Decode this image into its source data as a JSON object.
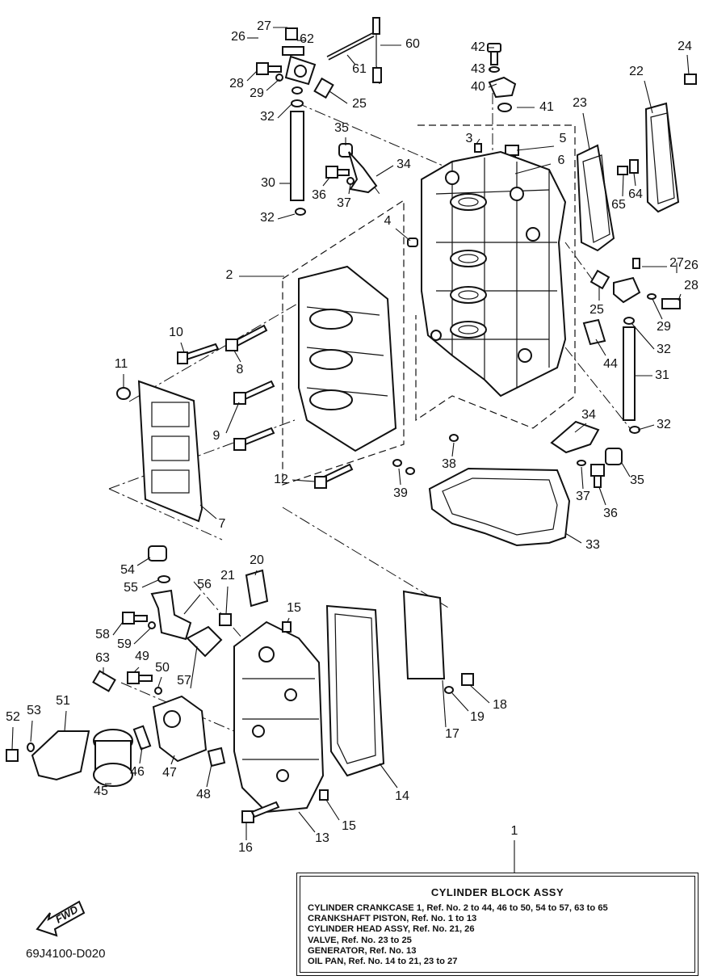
{
  "diagram_code": "69J4100-D020",
  "fwd_label": "FWD",
  "legend": {
    "ref_number": "1",
    "title": "CYLINDER BLOCK ASSY",
    "lines": [
      "CYLINDER CRANKCASE 1, Ref. No. 2 to 44, 46 to 50, 54 to 57, 63 to 65",
      "CRANKSHAFT PISTON,  Ref. No. 1 to 13",
      "CYLINDER HEAD ASSY,  Ref. No. 21, 26",
      "VALVE,  Ref. No. 23 to 25",
      "GENERATOR,  Ref. No. 13",
      "OIL PAN,  Ref. No. 14 to 21, 23 to 27"
    ]
  },
  "callouts": [
    "27",
    "26",
    "62",
    "60",
    "61",
    "28",
    "29",
    "25",
    "32",
    "30",
    "32",
    "35",
    "36",
    "37",
    "34",
    "42",
    "43",
    "40",
    "41",
    "3",
    "5",
    "6",
    "4",
    "23",
    "22",
    "24",
    "65",
    "64",
    "2",
    "10",
    "8",
    "11",
    "9",
    "12",
    "7",
    "27",
    "26",
    "28",
    "29",
    "25",
    "32",
    "44",
    "31",
    "32",
    "34",
    "35",
    "37",
    "36",
    "38",
    "39",
    "33",
    "54",
    "55",
    "56",
    "21",
    "20",
    "15",
    "58",
    "59",
    "49",
    "50",
    "63",
    "53",
    "52",
    "51",
    "57",
    "45",
    "46",
    "47",
    "48",
    "18",
    "19",
    "17",
    "14",
    "15",
    "16",
    "13"
  ]
}
